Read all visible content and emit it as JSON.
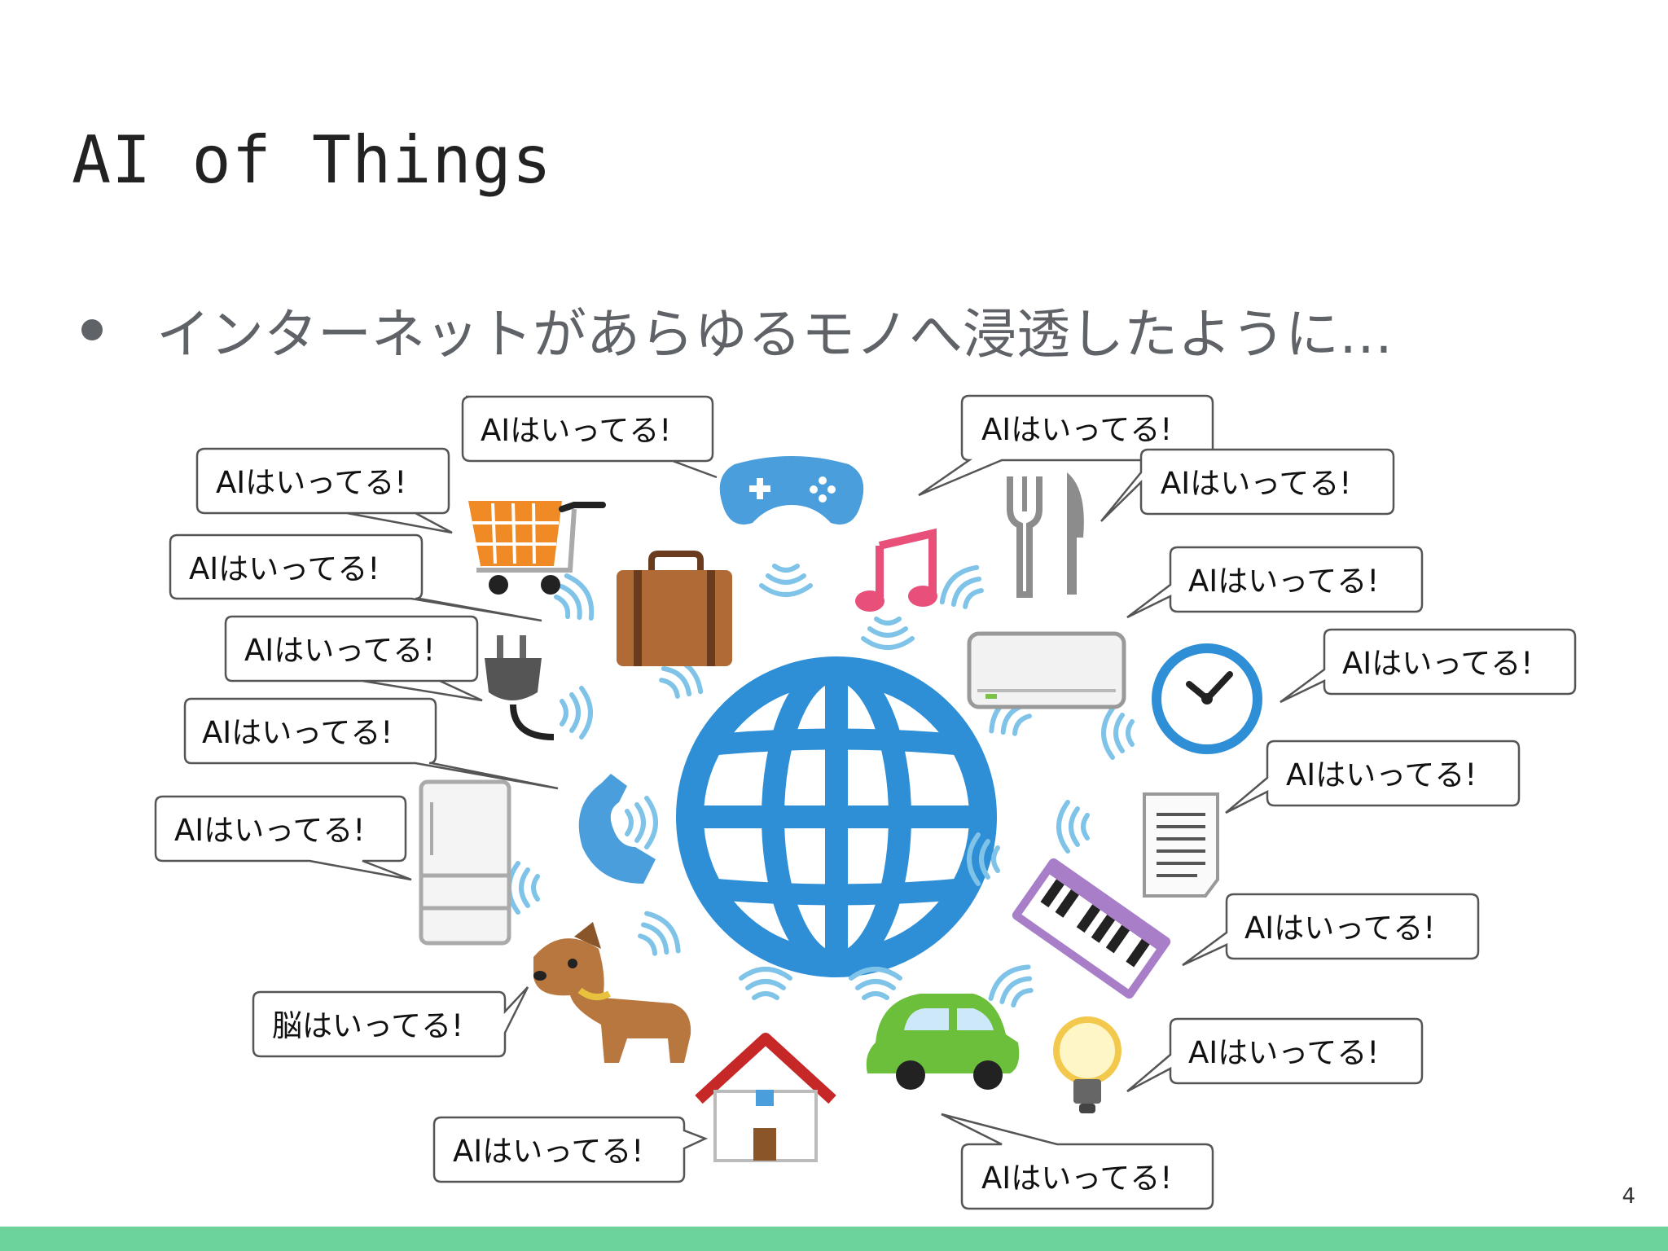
{
  "slide": {
    "title": "AI of Things",
    "bullet": "インターネットがあらゆるモノへ浸透したように…",
    "page_number": "4"
  },
  "bubbles": [
    {
      "id": "gamepad",
      "text": "AIはいってる!"
    },
    {
      "id": "cart",
      "text": "AIはいってる!"
    },
    {
      "id": "plug",
      "text": "AIはいってる!"
    },
    {
      "id": "outlet",
      "text": "AIはいってる!"
    },
    {
      "id": "phone",
      "text": "AIはいってる!"
    },
    {
      "id": "fridge",
      "text": "AIはいってる!"
    },
    {
      "id": "dog",
      "text": "脳はいってる!"
    },
    {
      "id": "house",
      "text": "AIはいってる!"
    },
    {
      "id": "music",
      "text": "AIはいってる!"
    },
    {
      "id": "cutlery",
      "text": "AIはいってる!"
    },
    {
      "id": "aircon",
      "text": "AIはいってる!"
    },
    {
      "id": "clock",
      "text": "AIはいってる!"
    },
    {
      "id": "document",
      "text": "AIはいってる!"
    },
    {
      "id": "piano",
      "text": "AIはいってる!"
    },
    {
      "id": "bulb",
      "text": "AIはいってる!"
    },
    {
      "id": "car",
      "text": "AIはいってる!"
    }
  ],
  "colors": {
    "accent_bar": "#6dd39d",
    "globe": "#2f8fd6",
    "wave": "#7fc4e8"
  }
}
